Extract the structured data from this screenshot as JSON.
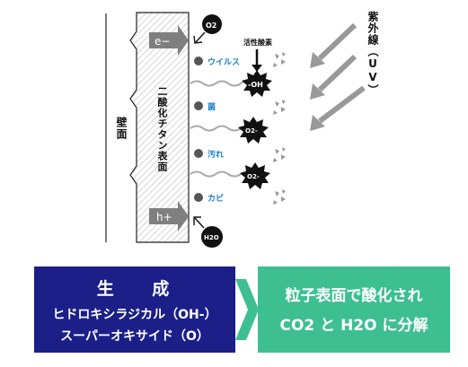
{
  "wall_label": "壁面",
  "surface_label": "二酸化チタン表面",
  "uv_label": "紫外線（UV）",
  "electron_label": "e−",
  "hole_label": "h+",
  "o2_label": "O2",
  "h2o_label": "H2O",
  "active_oxygen_label": "活性酸素",
  "contaminants": [
    "ウイルス",
    "菌",
    "汚れ",
    "カビ"
  ],
  "radicals": [
    "-OH",
    "O2-",
    "O2-"
  ],
  "generate_box": {
    "title": "生 成",
    "line1": "ヒドロキシラジカル（OH-）",
    "line2": "スーパーオキサイド（O）"
  },
  "result_box": {
    "line1": "粒子表面で酸化され",
    "line2": "CO2 と H2O に分解"
  },
  "colors": {
    "blue_box": "#1b1f87",
    "green_box": "#3dbf92",
    "label_blue": "#1a7fc4",
    "arrow_gray": "#8a8a8a"
  }
}
